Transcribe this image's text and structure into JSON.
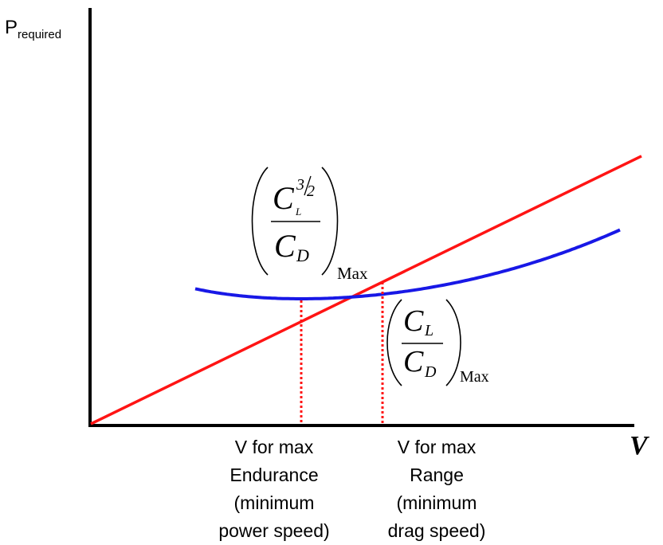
{
  "chart_data": {
    "type": "line",
    "title": "",
    "ylabel": {
      "main": "P",
      "sub": "required"
    },
    "xlabel": "V",
    "series": [
      {
        "kind": "curve",
        "color": "#1818e6"
      },
      {
        "kind": "tangent",
        "color": "#ff1414"
      }
    ],
    "markers": [
      {
        "kind": "min-power",
        "label_lines": [
          "V for max",
          "Endurance",
          "(minimum",
          "power speed)"
        ]
      },
      {
        "kind": "min-drag",
        "label_lines": [
          "V for max",
          "Range",
          "(minimum",
          "drag speed)"
        ]
      }
    ],
    "annotations": {
      "power_ratio": {
        "numerator_base": "C",
        "numerator_exp_num": "3",
        "numerator_exp_den": "2",
        "numerator_sub": "L",
        "denominator": "C",
        "denominator_sub": "D",
        "suffix": "Max"
      },
      "drag_ratio": {
        "numerator": "C",
        "numerator_sub": "L",
        "denominator": "C",
        "denominator_sub": "D",
        "suffix": "Max"
      }
    }
  }
}
